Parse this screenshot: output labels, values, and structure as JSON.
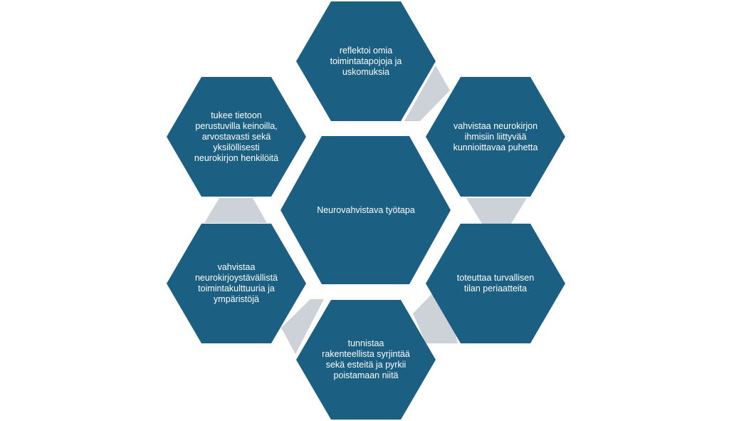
{
  "diagram": {
    "colors": {
      "hexagon_fill": "#1b5f82",
      "connector_fill": "#cdd2d8",
      "text": "#ffffff",
      "background": "#ffffff"
    },
    "center": {
      "label": "Neurovahvistava työtapa"
    },
    "hexagons": [
      {
        "id": "top",
        "label": "reflektoi omia\ntoimintatapojoja ja\nuskomuksia"
      },
      {
        "id": "upper-right",
        "label": "vahvistaa neurokirjon\nihmisiin liittyvää\nkunnioittavaa puhetta"
      },
      {
        "id": "lower-right",
        "label": "toteuttaa turvallisen\ntilan periaatteita"
      },
      {
        "id": "bottom",
        "label": "tunnistaa\nrakenteellista syrjintää\nsekä esteitä ja pyrkii\npoistamaan niitä"
      },
      {
        "id": "lower-left",
        "label": "vahvistaa\nneurokirjoystävällistä\ntoimintakulttuuria ja\nympäristöjä"
      },
      {
        "id": "upper-left",
        "label": "tukee tietoon\nperustuvilla keinoilla,\narvostavasti sekä\nyksilöllisesti\nneurokirjon henkilöitä"
      }
    ]
  }
}
